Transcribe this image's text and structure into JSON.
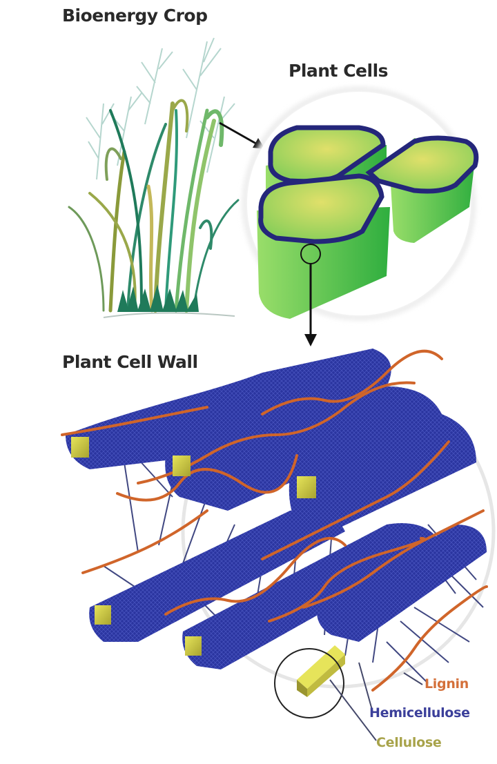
{
  "diagram": {
    "stages": [
      {
        "id": "crop",
        "title": "Bioenergy Crop"
      },
      {
        "id": "cells",
        "title": "Plant Cells"
      },
      {
        "id": "wall",
        "title": "Plant Cell Wall"
      }
    ],
    "components": [
      {
        "name": "Lignin",
        "color": "#d4703a"
      },
      {
        "name": "Hemicellulose",
        "color": "#3b3f9a"
      },
      {
        "name": "Cellulose",
        "color": "#a8a34a"
      }
    ],
    "flow": [
      "Bioenergy Crop",
      "Plant Cells",
      "Plant Cell Wall"
    ]
  },
  "colors": {
    "title_text": "#2a2a2a",
    "grass_dark": "#1f7a5a",
    "grass_olive": "#8a9a3a",
    "grass_light": "#9fc8c0",
    "cell_green": "#4fbf3f",
    "cell_top": "#c8d85a",
    "cell_border": "#2a2a7a",
    "fiber_blue": "#2b35a0",
    "lignin_orange": "#d0652a",
    "cellulose_yellow": "#c9c63a",
    "arrow": "#111111"
  }
}
